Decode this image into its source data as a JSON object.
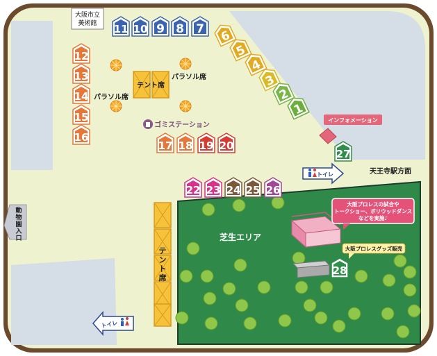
{
  "labels": {
    "museum": [
      "大阪市立",
      "美術館"
    ],
    "zoo": [
      "動",
      "物",
      "園",
      "入",
      "口"
    ],
    "tennoji": "天王寺駅方面",
    "toilet": "トイレ",
    "info": "インフォメーション",
    "parasol_left": "パラソル席",
    "parasol_right": "パラソル席",
    "tent_top": "テント席",
    "tent_bottom": [
      "テ",
      "ン",
      "ト",
      "席"
    ],
    "garbage": "ゴミステーション",
    "lawn": "芝生エリア",
    "event": [
      "大阪プロレスの試合や",
      "トークショー、ボリウッドダンス",
      "などを実施♪"
    ],
    "goods": "大阪プロレスグッズ販売"
  },
  "booths": {
    "top": [
      {
        "n": "11",
        "color": "#3b64b0"
      },
      {
        "n": "10",
        "color": "#3b64b0"
      },
      {
        "n": "9",
        "color": "#3b64b0"
      },
      {
        "n": "8",
        "color": "#3b64b0"
      },
      {
        "n": "7",
        "color": "#3b64b0"
      }
    ],
    "diag": [
      {
        "n": "6",
        "color": "#e2aa1f"
      },
      {
        "n": "5",
        "color": "#e2aa1f"
      },
      {
        "n": "4",
        "color": "#e2aa1f"
      },
      {
        "n": "3",
        "color": "#d8ba26"
      },
      {
        "n": "2",
        "color": "#7ab548"
      },
      {
        "n": "1",
        "color": "#6cae3e"
      }
    ],
    "left": [
      {
        "n": "12",
        "color": "#e3783a"
      },
      {
        "n": "13",
        "color": "#e3783a"
      },
      {
        "n": "14",
        "color": "#e3783a"
      },
      {
        "n": "15",
        "color": "#e3783a"
      },
      {
        "n": "16",
        "color": "#e3783a"
      }
    ],
    "mid": [
      {
        "n": "17",
        "color": "#e3783a"
      },
      {
        "n": "18",
        "color": "#e3783a"
      },
      {
        "n": "19",
        "color": "#d43c32"
      },
      {
        "n": "20",
        "color": "#d43c32"
      }
    ],
    "lower": [
      {
        "n": "22",
        "color": "#d6338a"
      },
      {
        "n": "23",
        "color": "#d6338a"
      },
      {
        "n": "24",
        "color": "#7a5a38"
      },
      {
        "n": "25",
        "color": "#7a5a38"
      },
      {
        "n": "26",
        "color": "#a04795"
      }
    ],
    "b27": {
      "n": "27",
      "color": "#2f8f4a"
    },
    "b28": {
      "n": "28",
      "color": "#2f8f4a"
    }
  },
  "colors": {
    "frame": "#6b4a2d",
    "ground": "#eef2cf",
    "water": "#d5dde6",
    "lawn": "#2f8a4a",
    "tree": "#8fc74a",
    "tent": "#f6c23a",
    "callout": "#e4527a"
  }
}
